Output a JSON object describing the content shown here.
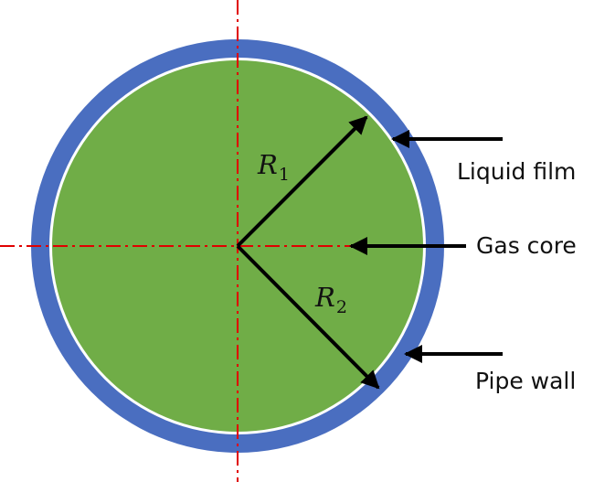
{
  "colors": {
    "background": "#ffffff",
    "pipe_wall": "#4a6ec0",
    "liquid_film_edge": "#ffffff",
    "gas_core": "#70ad47",
    "centerline": "#e00000",
    "arrows": "#000000"
  },
  "labels": {
    "liquid_film": "Liquid film",
    "gas_core": "Gas core",
    "pipe_wall": "Pipe wall"
  },
  "radii": {
    "r1": {
      "letter": "R",
      "subscript": "1"
    },
    "r2": {
      "letter": "R",
      "subscript": "2"
    }
  }
}
